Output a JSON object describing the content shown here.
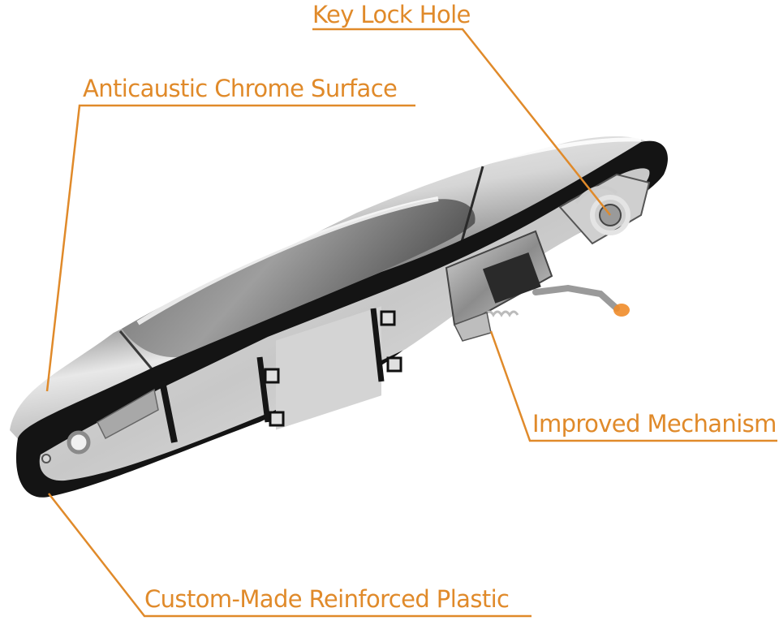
{
  "callouts": {
    "key_lock_hole": "Key Lock Hole",
    "chrome_surface": "Anticaustic Chrome Surface",
    "mechanism": "Improved Mechanism",
    "plastic": "Custom-Made Reinforced Plastic"
  },
  "colors": {
    "callout": "#e08a2a",
    "gasket": "#141414",
    "chrome_light": "#f4f4f4",
    "chrome_mid": "#b8b8b8",
    "chrome_dark": "#5a5a5a",
    "orange_tip": "#f08c2a"
  }
}
